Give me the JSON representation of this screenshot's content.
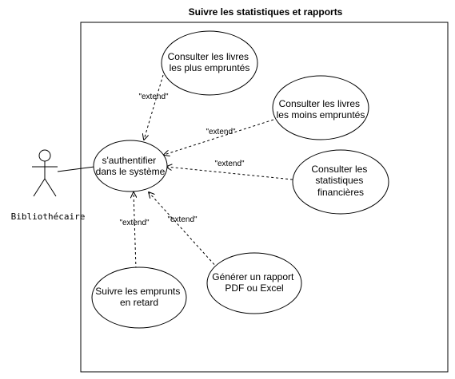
{
  "diagram": {
    "title": "Suivre les statistiques et rapports",
    "actor": {
      "name": "Bibliothécaire",
      "icon": "stick-figure-icon"
    },
    "use_cases": {
      "auth": [
        "s'authentifier",
        "dans le système"
      ],
      "most": [
        "Consulter les livres",
        "les plus empruntés"
      ],
      "least": [
        "Consulter les livres",
        "les moins empruntés"
      ],
      "fin": [
        "Consulter les",
        "statistiques",
        "financières"
      ],
      "report": [
        "Générer un rapport",
        "PDF ou Excel"
      ],
      "late": [
        "Suivre les emprunts",
        "en retard"
      ]
    },
    "extend_label": "\"extend\"",
    "colors": {
      "stroke": "#000000",
      "background": "#ffffff"
    }
  }
}
